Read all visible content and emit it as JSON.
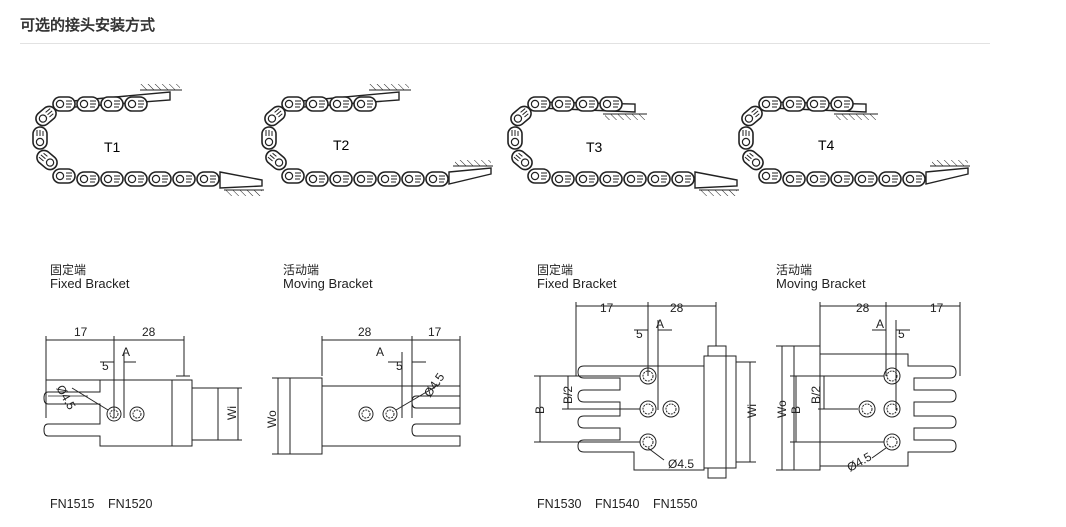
{
  "section_title": "可选的接头安装方式",
  "chain_types": [
    "T1",
    "T2",
    "T3",
    "T4"
  ],
  "brackets": [
    {
      "zh": "固定端",
      "en": "Fixed Bracket"
    },
    {
      "zh": "活动端",
      "en": "Moving Bracket"
    },
    {
      "zh": "固定端",
      "en": "Fixed Bracket"
    },
    {
      "zh": "活动端",
      "en": "Moving Bracket"
    }
  ],
  "dims": {
    "d17": "17",
    "d28": "28",
    "A": "A",
    "d5": "5",
    "hole": "Ø4.5",
    "Wi": "Wi",
    "Wo": "Wo",
    "B": "B",
    "B2": "B/2"
  },
  "models_left": [
    "FN1515",
    "FN1520"
  ],
  "models_right": [
    "FN1530",
    "FN1540",
    "FN1550"
  ]
}
